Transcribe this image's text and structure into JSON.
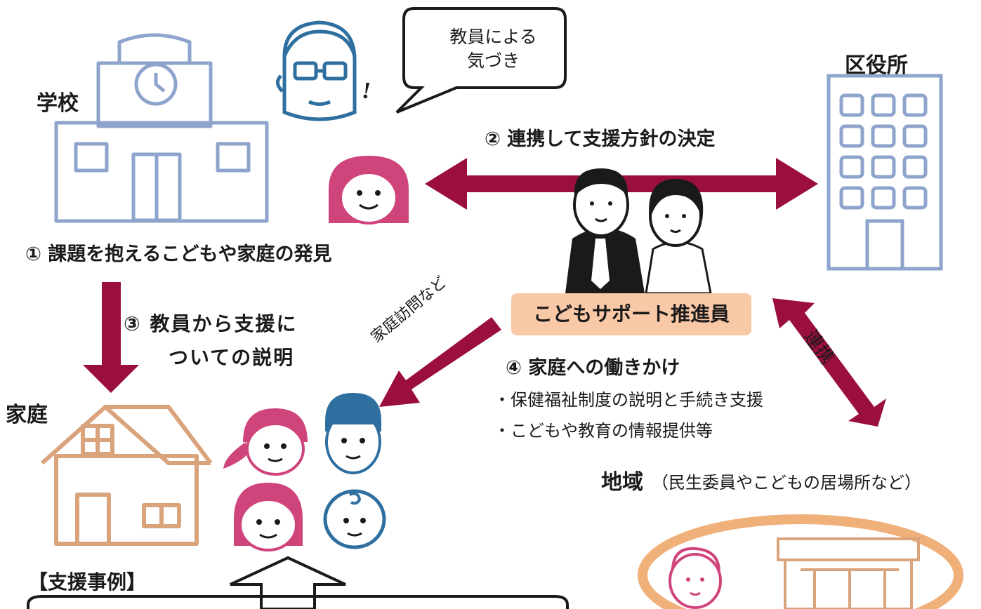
{
  "labels": {
    "school": "学校",
    "ward_office": "区役所",
    "home": "家庭",
    "speech": [
      "教員による",
      "気づき"
    ],
    "step1": "① 課題を抱えるこどもや家庭の発見",
    "step2": "② 連携して支援方針の決定",
    "step3_line1": "③ 教員から支援に",
    "step3_line2": "ついての説明",
    "step4_title": "④ 家庭への働きかけ",
    "step4_bullets": [
      "・保健福祉制度の説明と手続き支援",
      "・こどもや教育の情報提供等"
    ],
    "supporter": "こどもサポート推進員",
    "home_visit": "家庭訪問など",
    "collaboration": "連携",
    "region_title": "地域",
    "region_note": "（民生委員やこどもの居場所など）",
    "case_examples": "【支援事例】"
  },
  "colors": {
    "arrow": "#9b0f3e",
    "building": "#8ea4cc",
    "house": "#d9a37c",
    "pink_face": "#d0447c",
    "blue_face": "#2e6fa0",
    "supporter_box": "#f9c9a7",
    "region_ring": "#f0b07a"
  },
  "icons": [
    "school-icon",
    "teacher-icon",
    "child-icon",
    "ward-office-icon",
    "supporter-people-icon",
    "house-icon",
    "family-icon",
    "region-icon"
  ]
}
